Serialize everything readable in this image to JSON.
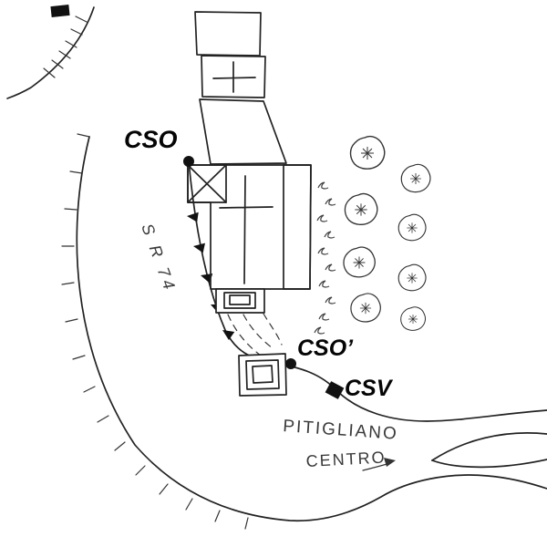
{
  "page": {
    "title": "Hand-drawn road site sketch"
  },
  "colors": {
    "ink": "#222222",
    "pencil": "#3a3a3a",
    "paper": "#ffffff",
    "marker_fill": "#111111"
  },
  "labels": {
    "cso": "CSO",
    "cso_prime": "CSO’",
    "csv": "CSV",
    "road_name": "S R 74",
    "destination_line1": "PITIGLIANO",
    "destination_line2": "CENTRO"
  },
  "markers": [
    {
      "id": "cso",
      "shape": "dot"
    },
    {
      "id": "cso-prime",
      "shape": "dot"
    },
    {
      "id": "csv",
      "shape": "filled-square"
    }
  ]
}
